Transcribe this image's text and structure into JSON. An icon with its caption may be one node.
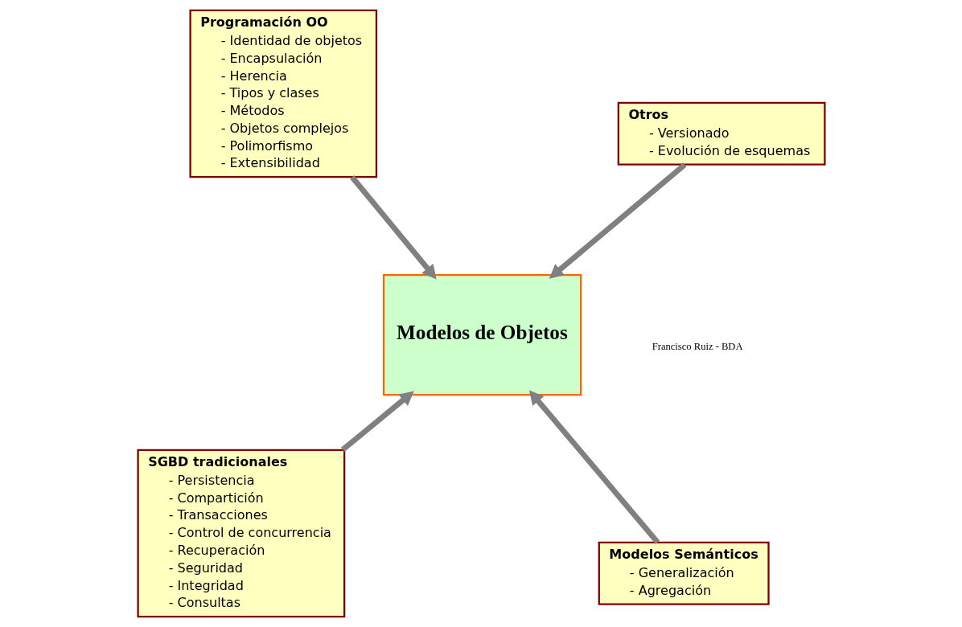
{
  "diagram": {
    "nodes": [
      {
        "text": [
          "SGBD tradicionales",
          "- Persistencia",
          "- Compartición",
          "- Transacciones",
          "- Control de concurrencia",
          "- Recuperación",
          "- Seguridad",
          "- Integridad",
          "- Consultas"
        ]
      },
      {
        "text": [
          "Modelos Semánticos",
          "- Generalización",
          "- Agregación"
        ]
      },
      {
        "text": [
          "Modelos de Objetos"
        ]
      },
      {
        "text": [
          "Programación OO",
          "- Identidad de objetos",
          "- Encapsulación",
          "- Herencia",
          "- Tipos y clases",
          "- Métodos",
          "- Objetos complejos",
          "- Polimorfismo",
          "- Extensibilidad"
        ]
      },
      {
        "text": [
          "Otros",
          "- Versionado",
          "- Evolución de esquemas"
        ]
      }
    ],
    "edges": [
      {
        "from": 0,
        "to": 2,
        "arrow": "to"
      },
      {
        "from": 1,
        "to": 2,
        "arrow": "to"
      },
      {
        "from": 3,
        "to": 2,
        "arrow": "to"
      },
      {
        "from": 4,
        "to": 2,
        "arrow": "to"
      }
    ],
    "labels": [
      "Francisco Ruiz - BDA"
    ]
  }
}
